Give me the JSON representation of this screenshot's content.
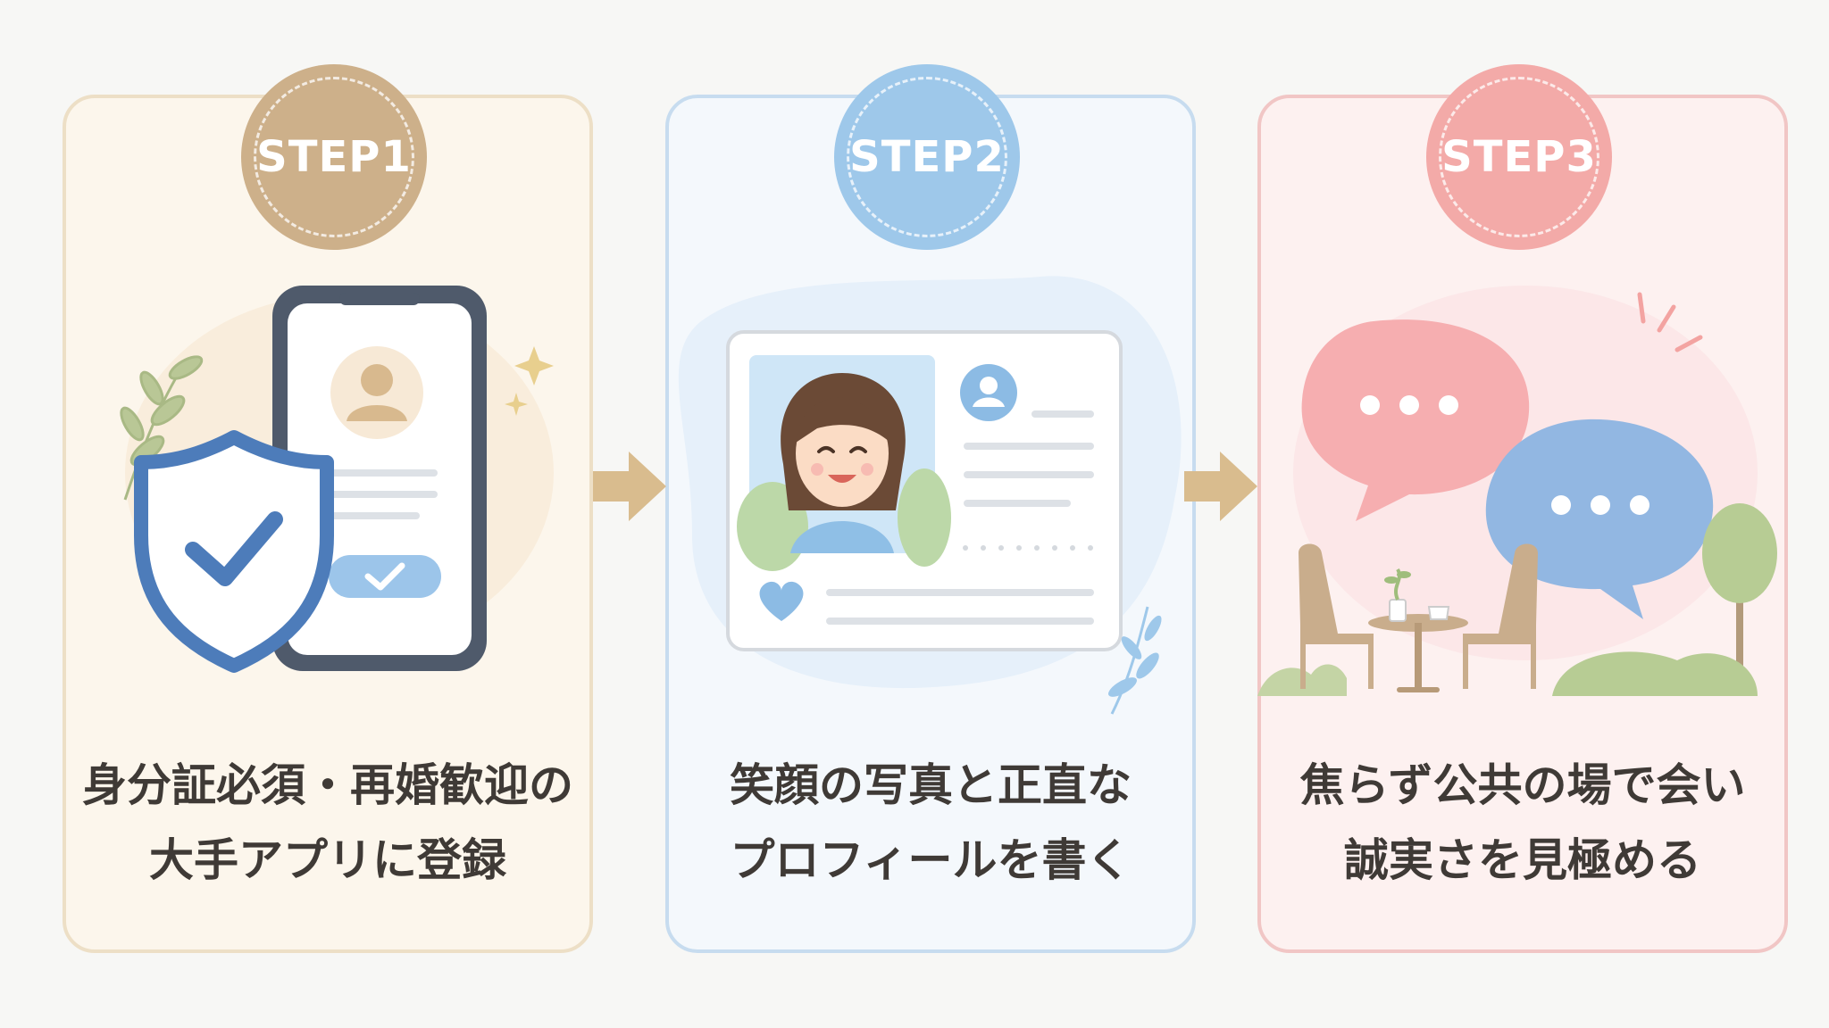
{
  "steps": [
    {
      "badge": "STEP1",
      "line1": "身分証必須・再婚歓迎の",
      "line2": "大手アプリに登録",
      "color": "#cdb08a"
    },
    {
      "badge": "STEP2",
      "line1": "笑顔の写真と正直な",
      "line2": "プロフィールを書く",
      "color": "#9ec8ea"
    },
    {
      "badge": "STEP3",
      "line1": "焦らず公共の場で会い",
      "line2": "誠実さを見極める",
      "color": "#f3aaa8"
    }
  ],
  "icons": {
    "step1": [
      "shield-check-icon",
      "smartphone-icon",
      "user-avatar-icon",
      "sparkle-icon",
      "leaf-branch-icon"
    ],
    "step2": [
      "profile-card-icon",
      "smiling-woman-photo",
      "user-avatar-icon",
      "heart-icon",
      "leaf-branch-icon"
    ],
    "step3": [
      "speech-bubble-icon",
      "cafe-table-icon",
      "chair-icon",
      "tree-icon"
    ],
    "arrow": "arrow-right-icon"
  }
}
